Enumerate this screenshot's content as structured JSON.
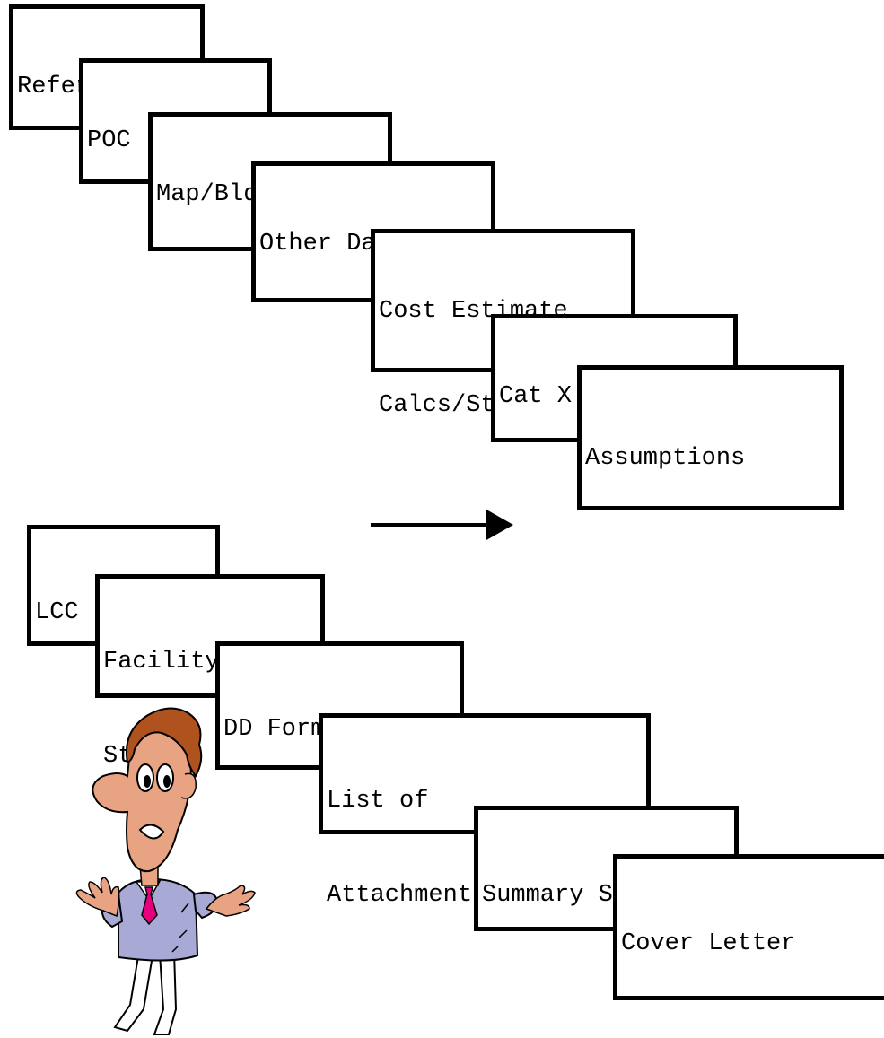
{
  "top_stack": [
    {
      "lines": [
        "References"
      ]
    },
    {
      "lines": [
        "POC"
      ]
    },
    {
      "lines": [
        "Map/Bldg List"
      ]
    },
    {
      "lines": [
        "Other Data"
      ]
    },
    {
      "lines": [
        "Cost Estimate",
        "Calcs/Study"
      ]
    },
    {
      "lines": [
        "Cat X"
      ]
    },
    {
      "lines": [
        "Assumptions"
      ]
    }
  ],
  "bottom_stack": [
    {
      "lines": [
        "LCC"
      ]
    },
    {
      "lines": [
        "Facility",
        "Study"
      ]
    },
    {
      "lines": [
        "DD Form 1391c"
      ]
    },
    {
      "lines": [
        "List of",
        "Attachments"
      ]
    },
    {
      "lines": [
        "Summary Sheet"
      ]
    },
    {
      "lines": [
        "Cover Letter"
      ]
    }
  ],
  "colors": {
    "border": "#000000",
    "skin": "#e8a382",
    "hair": "#b0521e",
    "sweater": "#a9a9d6",
    "tie": "#e6007e"
  },
  "icons": [
    "arrow-right-icon",
    "confused-man-illustration"
  ]
}
